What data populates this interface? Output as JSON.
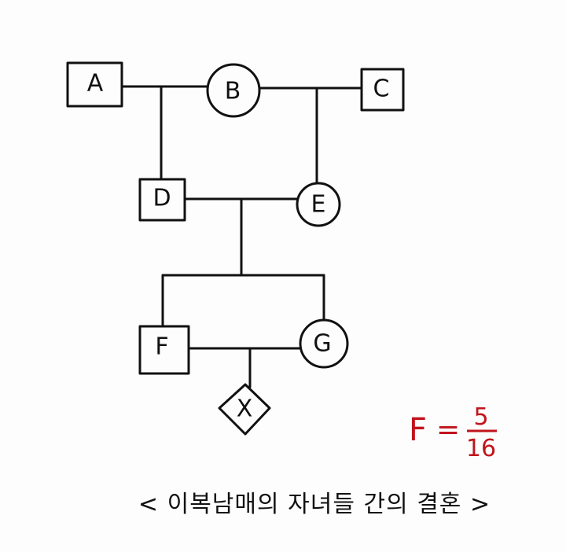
{
  "nodes": {
    "A": {
      "label": "A",
      "sex": "male"
    },
    "B": {
      "label": "B",
      "sex": "female"
    },
    "C": {
      "label": "C",
      "sex": "male"
    },
    "D": {
      "label": "D",
      "sex": "male"
    },
    "E": {
      "label": "E",
      "sex": "female"
    },
    "F": {
      "label": "F",
      "sex": "male"
    },
    "G": {
      "label": "G",
      "sex": "female"
    },
    "X": {
      "label": "X",
      "sex": "unknown"
    }
  },
  "formula": {
    "lhs": "F",
    "eq": "=",
    "numerator": "5",
    "denominator": "16",
    "color": "#c0141c"
  },
  "caption": "< 이복남매의 자녀들 간의 결혼 >"
}
